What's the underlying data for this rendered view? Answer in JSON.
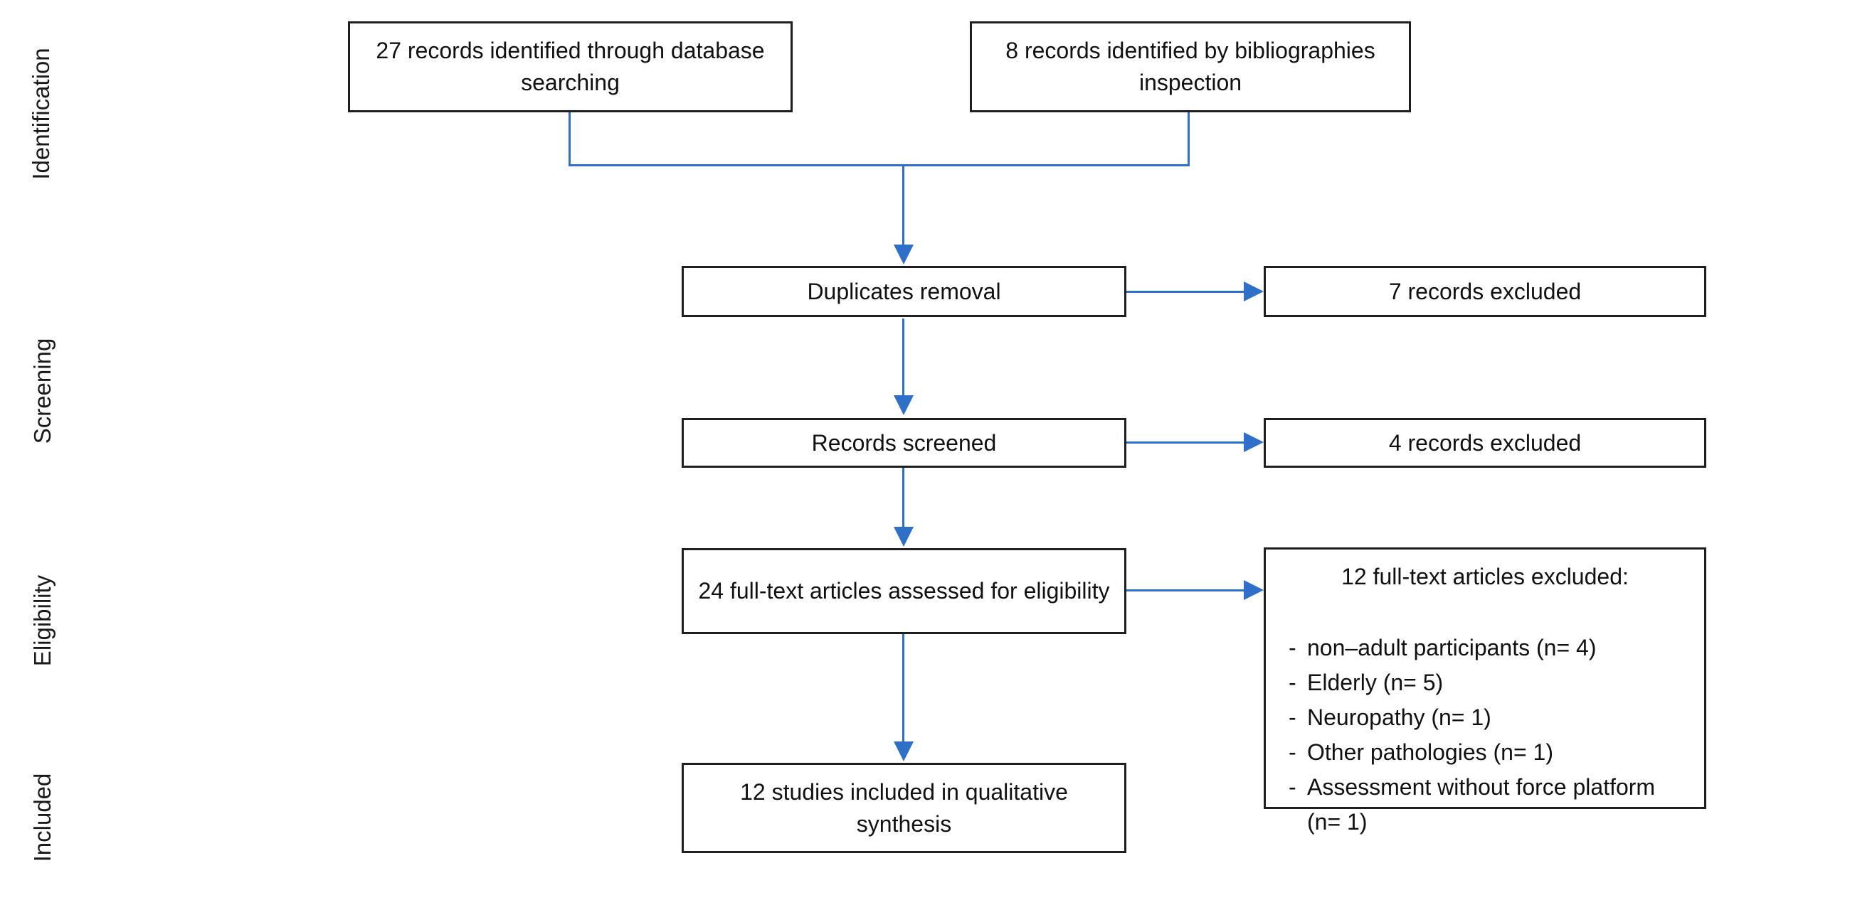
{
  "diagram": {
    "bullet_marker": "-",
    "stages": [
      {
        "label": "Identification"
      },
      {
        "label": "Screening"
      },
      {
        "label": "Eligibility"
      },
      {
        "label": "Included"
      }
    ],
    "boxes": {
      "db_search": "27 records identified through database searching",
      "bibliographies": "8 records identified by bibliographies inspection",
      "duplicates": "Duplicates removal",
      "duplicates_excluded": "7 records excluded",
      "screened": "Records screened",
      "screened_excluded": "4 records excluded",
      "fulltext": "24 full-text articles assessed for eligibility",
      "fulltext_excluded_title": "12 full-text articles excluded:",
      "fulltext_excluded_items": [
        "non–adult participants (n= 4)",
        "Elderly (n= 5)",
        "Neuropathy (n= 1)",
        "Other pathologies (n= 1)",
        "Assessment without force platform (n= 1)"
      ],
      "included": "12 studies included in qualitative synthesis"
    },
    "colors": {
      "arrow_blue": "#2E6FC8",
      "box_border": "#1f1f1f",
      "text": "#111111",
      "background": "#ffffff"
    }
  }
}
